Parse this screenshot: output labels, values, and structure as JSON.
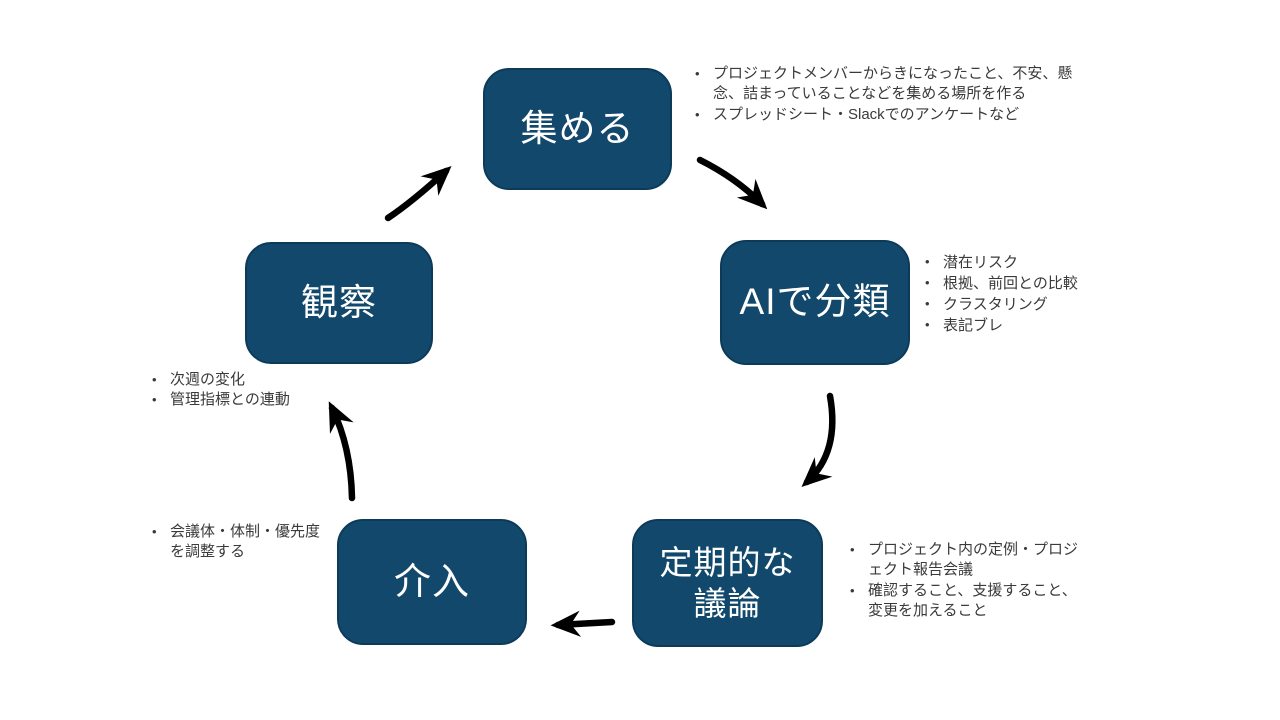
{
  "colors": {
    "slide_bg": "#ffffff",
    "box_fill": "#12486b",
    "box_border": "#0c3b5a",
    "box_text": "#ffffff",
    "note_text": "#3a3a3a",
    "arrow": "#000000"
  },
  "glyphs": {
    "bullet": "•"
  },
  "diagram": {
    "type": "cycle",
    "steps": {
      "collect": {
        "label": "集める"
      },
      "classify": {
        "label": "AIで分類"
      },
      "discussion": {
        "label": "定期的な\n議論"
      },
      "intervention": {
        "label": "介入"
      },
      "observation": {
        "label": "観察"
      }
    },
    "arrows": [
      {
        "from": "collect",
        "to": "classify"
      },
      {
        "from": "classify",
        "to": "discussion"
      },
      {
        "from": "discussion",
        "to": "intervention"
      },
      {
        "from": "intervention",
        "to": "observation"
      },
      {
        "from": "observation",
        "to": "collect"
      }
    ]
  },
  "notes": {
    "collect": {
      "items": [
        "プロジェクトメンバーからきになったこと、不安、懸念、詰まっていることなどを集める場所を作る",
        "スプレッドシート・Slackでのアンケートなど"
      ]
    },
    "classify": {
      "items": [
        "潜在リスク",
        "根拠、前回との比較",
        "クラスタリング",
        "表記ブレ"
      ]
    },
    "discussion": {
      "items": [
        "プロジェクト内の定例・プロジェクト報告会議",
        "確認すること、支援すること、変更を加えること"
      ]
    },
    "intervention": {
      "items": [
        "会議体・体制・優先度を調整する"
      ]
    },
    "observation": {
      "items": [
        "次週の変化",
        "管理指標との連動"
      ]
    }
  }
}
